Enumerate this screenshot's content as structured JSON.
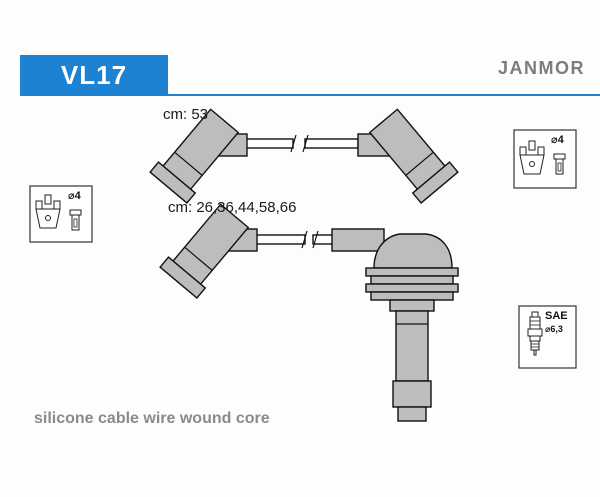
{
  "header": {
    "part_number": "VL17",
    "brand": "JANMOR"
  },
  "cables": {
    "cable1_length_label": "cm: 53",
    "cable2_length_label": "cm: 26,36,44,58,66"
  },
  "spec_boxes": {
    "left_connector_diameter": "⌀4",
    "right_connector_diameter": "⌀4",
    "plug_standard": "SAE",
    "plug_diameter": "⌀6,3"
  },
  "footer": {
    "description": "silicone cable wire wound core"
  },
  "icons": {
    "distributor_cap": "distributor-cap-icon",
    "plug_boot": "plug-boot-icon",
    "spark_plug": "spark-plug-icon"
  },
  "colors": {
    "accent_blue": "#1d82d2",
    "connector_gray": "#bdbdbd",
    "muted_text": "#7d7d7d"
  }
}
